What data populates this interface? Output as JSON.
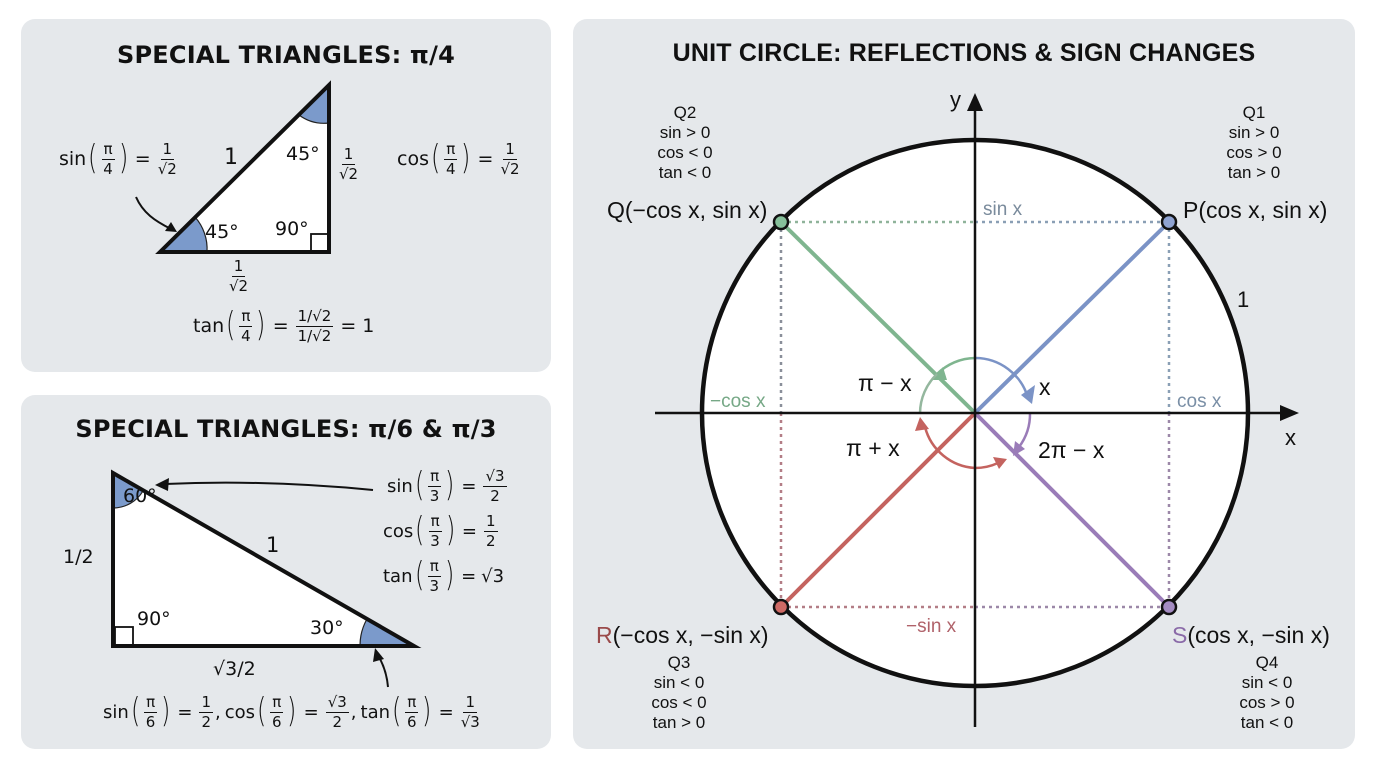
{
  "panels": {
    "pi4": {
      "title": "SPECIAL TRIANGLES: π/4",
      "hypotenuse_label": "1",
      "angle_top": "45°",
      "angle_left": "45°",
      "angle_right": "90°",
      "side_vertical": {
        "num": "1",
        "den": "√2"
      },
      "side_horizontal": {
        "num": "1",
        "den": "√2"
      },
      "sin_eq": {
        "fn": "sin",
        "arg_num": "π",
        "arg_den": "4",
        "eq": "=",
        "val_num": "1",
        "val_den": "√2"
      },
      "cos_eq": {
        "fn": "cos",
        "arg_num": "π",
        "arg_den": "4",
        "eq": "=",
        "val_num": "1",
        "val_den": "√2"
      },
      "tan_eq": {
        "fn": "tan",
        "arg_num": "π",
        "arg_den": "4",
        "eq": "=",
        "val_num": "1/√2",
        "val_den": "1/√2",
        "eq2": "= 1"
      }
    },
    "pi6_pi3": {
      "title": "SPECIAL TRIANGLES: π/6 & π/3",
      "hypotenuse_label": "1",
      "angle_top": "60°",
      "angle_right_corner": "90°",
      "angle_bottom_right": "30°",
      "side_vertical": "1/2",
      "side_horizontal": "√3/2",
      "pi3_eqs": [
        {
          "fn": "sin",
          "arg_num": "π",
          "arg_den": "3",
          "eq": "=",
          "val_num": "√3",
          "val_den": "2"
        },
        {
          "fn": "cos",
          "arg_num": "π",
          "arg_den": "3",
          "eq": "=",
          "val_num": "1",
          "val_den": "2"
        },
        {
          "fn": "tan",
          "arg_num": "π",
          "arg_den": "3",
          "eq": "=",
          "val": "√3"
        }
      ],
      "pi6_eqs": [
        {
          "fn": "sin",
          "arg_num": "π",
          "arg_den": "6",
          "eq": "=",
          "val_num": "1",
          "val_den": "2",
          "sep": ","
        },
        {
          "fn": "cos",
          "arg_num": "π",
          "arg_den": "6",
          "eq": "=",
          "val_num": "√3",
          "val_den": "2",
          "sep": ","
        },
        {
          "fn": "tan",
          "arg_num": "π",
          "arg_den": "6",
          "eq": "=",
          "val_num": "1",
          "val_den": "√3",
          "sep": ""
        }
      ]
    },
    "unit_circle": {
      "title": "UNIT CIRCLE: REFLECTIONS & SIGN CHANGES",
      "axis_x": "x",
      "axis_y": "y",
      "radius_label": "1",
      "points": {
        "P": {
          "letter": "P",
          "coords": "(cos x, sin x)",
          "color": "#7b93c6"
        },
        "Q": {
          "letter": "Q",
          "coords": "(−cos x, sin x)",
          "color": "#7fb58f"
        },
        "R": {
          "letter": "R",
          "coords": "(−cos x, −sin x)",
          "color": "#c4635f"
        },
        "S": {
          "letter": "S",
          "coords": "(cos x, −sin x)",
          "color": "#9a7cb8"
        }
      },
      "projection_labels": {
        "sin": "sin x",
        "cos": "cos x",
        "neg_cos": "−cos x",
        "neg_sin": "−sin x"
      },
      "angle_labels": {
        "x": "x",
        "pi_minus_x": "π − x",
        "pi_plus_x": "π + x",
        "two_pi_minus_x": "2π − x"
      },
      "quadrants": {
        "Q1": {
          "name": "Q1",
          "sin": "sin > 0",
          "cos": "cos > 0",
          "tan": "tan > 0"
        },
        "Q2": {
          "name": "Q2",
          "sin": "sin > 0",
          "cos": "cos < 0",
          "tan": "tan < 0"
        },
        "Q3": {
          "name": "Q3",
          "sin": "sin < 0",
          "cos": "cos < 0",
          "tan": "tan > 0"
        },
        "Q4": {
          "name": "Q4",
          "sin": "sin < 0",
          "cos": "cos > 0",
          "tan": "tan < 0"
        }
      }
    }
  },
  "colors": {
    "panel_bg": "#e5e8eb",
    "angle_fill": "#7b9acb",
    "blue": "#7b93c6",
    "green": "#7fb58f",
    "red": "#c4635f",
    "purple": "#9a7cb8",
    "blue_text": "#6f88a8",
    "green_text": "#76a886",
    "red_text": "#b0626a"
  }
}
